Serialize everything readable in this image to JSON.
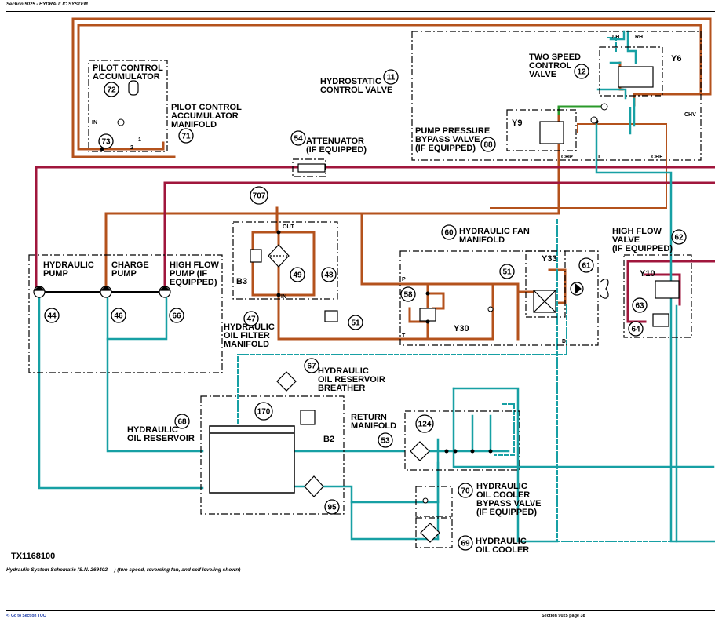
{
  "header": {
    "section": "Section 9025 - HYDRAULIC SYSTEM"
  },
  "figure_id": "TX1168100",
  "caption": "Hydraulic System Schematic (S.N. 269402— ) (two speed, reversing fan, and self leveling shown)",
  "footer": {
    "link": "<- Go to Section TOC",
    "page": "Section 9025 page 38"
  },
  "labels": {
    "pilot_acc": [
      "PILOT CONTROL",
      "ACCUMULATOR"
    ],
    "pilot_man": [
      "PILOT CONTROL",
      "ACCUMULATOR",
      "MANIFOLD"
    ],
    "hydrostatic": [
      "HYDROSTATIC",
      "CONTROL VALVE"
    ],
    "two_speed": [
      "TWO SPEED",
      "CONTROL",
      "VALVE"
    ],
    "pump_bypass": [
      "PUMP PRESSURE",
      "BYPASS VALVE",
      "(IF EQUIPPED)"
    ],
    "attenuator": [
      "ATTENUATOR",
      "(IF EQUIPPED)"
    ],
    "hyd_pump": [
      "HYDRAULIC",
      "PUMP"
    ],
    "charge_pump": [
      "CHARGE",
      "PUMP"
    ],
    "high_flow_pump": [
      "HIGH FLOW",
      "PUMP (IF",
      "EQUIPPED)"
    ],
    "oil_filter": [
      "HYDRAULIC",
      "OIL FILTER",
      "MANIFOLD"
    ],
    "fan_manifold": [
      "HYDRAULIC FAN",
      "MANIFOLD"
    ],
    "high_flow_valve": [
      "HIGH FLOW",
      "VALVE",
      "(IF EQUIPPED)"
    ],
    "breather": [
      "HYDRAULIC",
      "OIL RESERVOIR",
      "BREATHER"
    ],
    "reservoir": [
      "HYDRAULIC",
      "OIL RESERVOIR"
    ],
    "return_man": [
      "RETURN",
      "MANIFOLD"
    ],
    "cooler_bypass": [
      "HYDRAULIC",
      "OIL COOLER",
      "BYPASS VALVE",
      "(IF EQUIPPED)"
    ],
    "cooler": [
      "HYDRAULIC",
      "OIL COOLER"
    ]
  },
  "ports": {
    "in": "IN",
    "p1": "1",
    "p2": "2",
    "lh": "LH",
    "rh": "RH",
    "chv": "CHV",
    "chp": "CHP",
    "t": "T",
    "chf": "CHF",
    "out": "OUT",
    "in2": "IN",
    "p": "P",
    "t2": "T",
    "d": "D",
    "y6": "Y6",
    "y9": "Y9",
    "y33": "Y33",
    "y30": "Y30",
    "y10": "Y10",
    "b3": "B3",
    "b2": "B2"
  },
  "callouts": {
    "c11": "11",
    "c12": "12",
    "c54": "54",
    "c707": "707",
    "c60": "60",
    "c61": "61",
    "c51a": "51",
    "c51b": "51",
    "c58": "58",
    "c62": "62",
    "c63": "63",
    "c64": "64",
    "c44": "44",
    "c46": "46",
    "c66": "66",
    "c47": "47",
    "c49": "49",
    "c48": "48",
    "c72": "72",
    "c73": "73",
    "c71": "71",
    "c88": "88",
    "c67": "67",
    "c68": "68",
    "c170": "170",
    "c124": "124",
    "c53": "53",
    "c95": "95",
    "c70": "70",
    "c69": "69"
  },
  "colors": {
    "pressure": "#b4521c",
    "charge": "#17a0a4",
    "highflow": "#a0163c",
    "pilot": "#2a9a2a"
  }
}
